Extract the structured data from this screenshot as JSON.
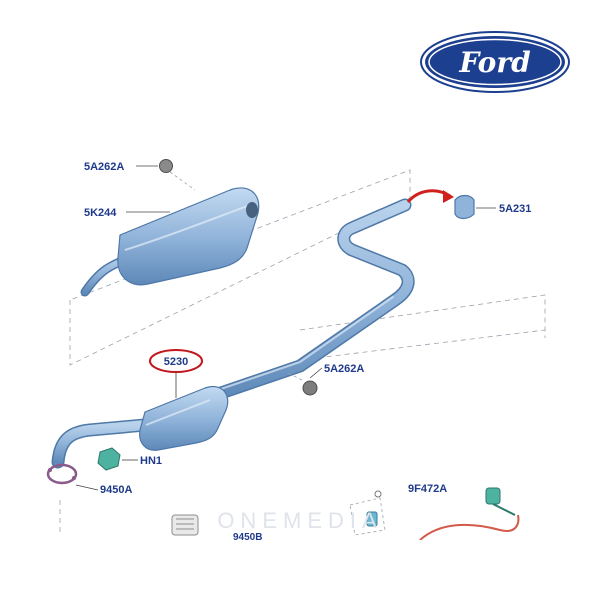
{
  "brand": {
    "logo_text": "Ford",
    "logo_color": "#1d3f8f"
  },
  "colors": {
    "part_fill": "#8fb3d9",
    "part_stroke": "#4e78a8",
    "label": "#1f3a8a",
    "highlight": "#c0181c",
    "arrow": "#d0201e"
  },
  "watermark": "ONEMEDIA",
  "labels": {
    "bracket_top": "5A262A",
    "muffler": "5K244",
    "hanger_right": "5A231",
    "front_pipe": "5230",
    "bracket_mid": "5A262A",
    "nut": "HN1",
    "gasket": "9450A",
    "sensor": "9F472A",
    "clamp": "9450B"
  }
}
